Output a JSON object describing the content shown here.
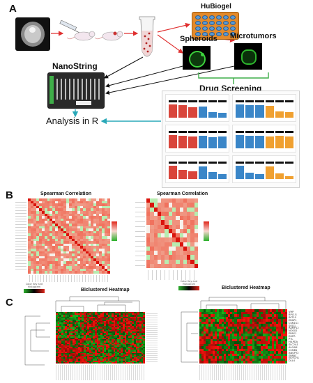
{
  "panels": {
    "a": "A",
    "b": "B",
    "c": "C"
  },
  "panel_a": {
    "hubiogel": "HuBiogel",
    "spheroids": "Spheroids",
    "microtumors": "Microtumors",
    "nanostring": "NanoString",
    "drug_screening": "Drug Screening",
    "analysis": "Analysis in R"
  },
  "panel_b": {
    "left_title": "Spearman Correlation",
    "right_title": "Spearman Correlation"
  },
  "panel_c": {
    "color_key": "Color Key and Histogram",
    "left_title": "Biclustered Heatmap",
    "right_title": "Biclustered Heatmap",
    "right_genes": [
      "VHP",
      "BPL1G",
      "IMT10",
      "ERAP1",
      "CSN1S1",
      "SOD1",
      "RAMP12",
      "NOS02",
      "EPAS1",
      "EGFR",
      "PTL",
      "HILPDA",
      "SLC2A1",
      "ALCAM",
      "CCNB1",
      "ANGPT2",
      "SPARC",
      "NOTCH1",
      "DLL4"
    ]
  },
  "colors": {
    "accent_green": "#3fae49",
    "arrow_red": "#e03030",
    "arrow_teal": "#29a8b8",
    "heat_red": "#e0281c",
    "heat_green": "#2bb02b"
  }
}
